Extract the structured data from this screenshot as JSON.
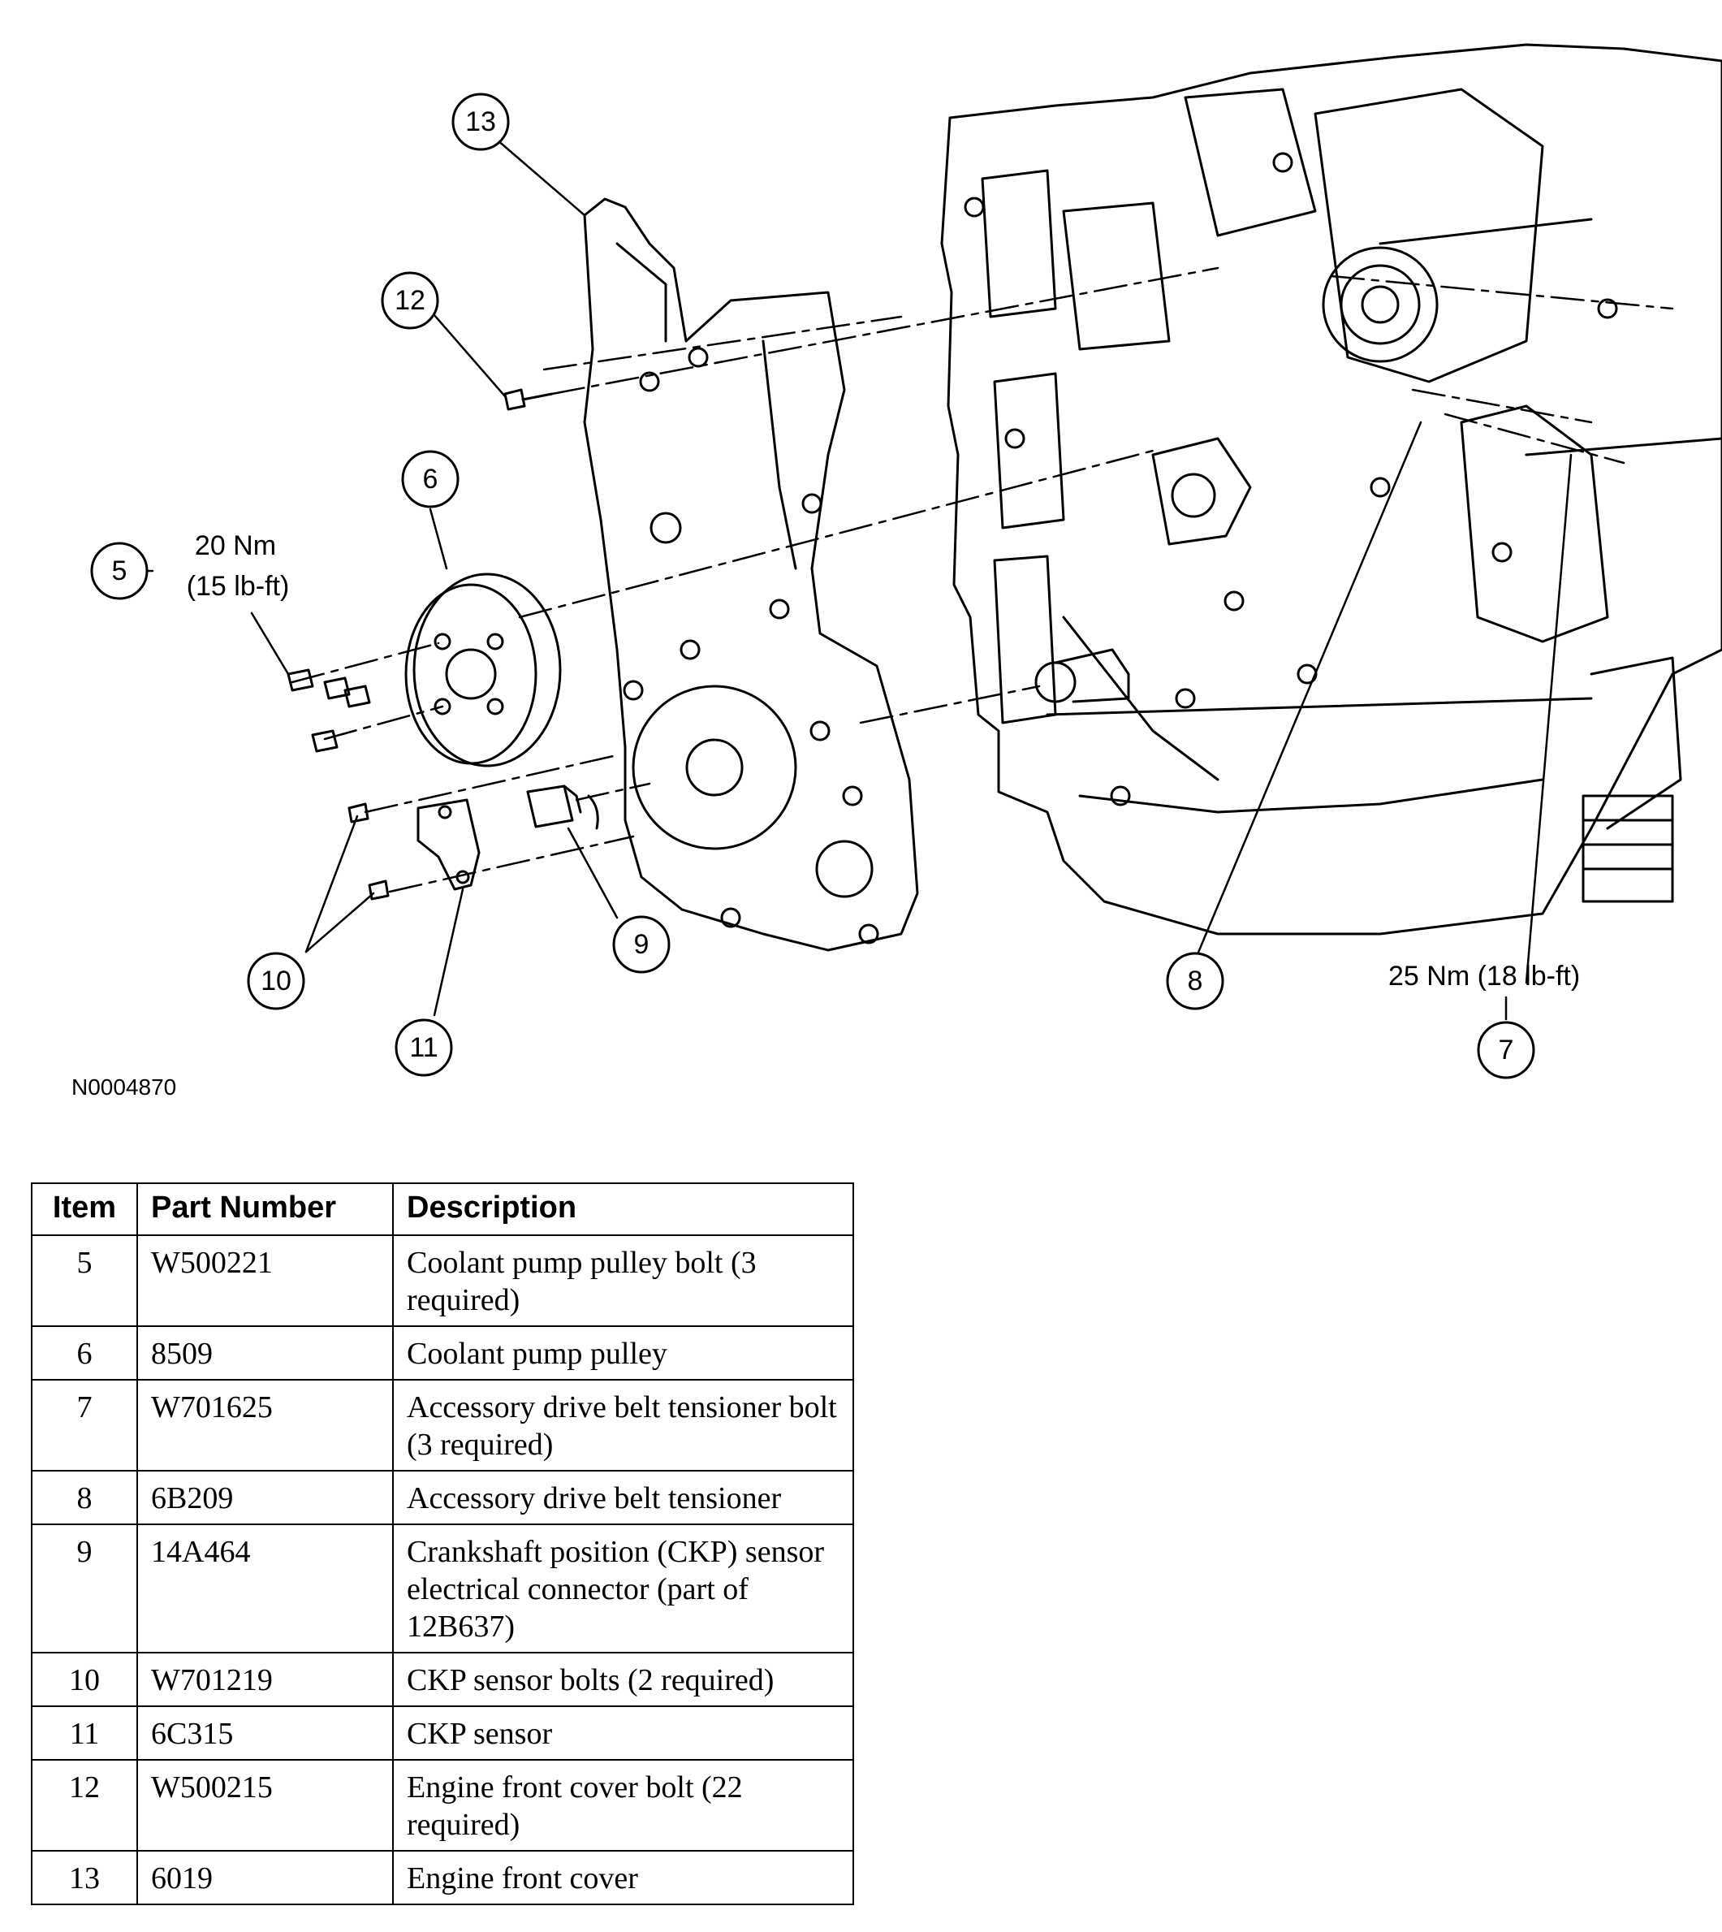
{
  "figure": {
    "figure_id": "N0004870",
    "callouts": [
      "5",
      "6",
      "7",
      "8",
      "9",
      "10",
      "11",
      "12",
      "13"
    ],
    "torque_specs": {
      "item5_line1": "20 Nm",
      "item5_line2": "(15 lb-ft)",
      "item7": "25 Nm (18 lb-ft)"
    }
  },
  "table": {
    "headers": [
      "Item",
      "Part Number",
      "Description"
    ],
    "rows": [
      {
        "item": "5",
        "part": "W500221",
        "desc": "Coolant pump pulley bolt (3 required)"
      },
      {
        "item": "6",
        "part": "8509",
        "desc": "Coolant pump pulley"
      },
      {
        "item": "7",
        "part": "W701625",
        "desc": "Accessory drive belt tensioner bolt (3 required)"
      },
      {
        "item": "8",
        "part": "6B209",
        "desc": "Accessory drive belt tensioner"
      },
      {
        "item": "9",
        "part": "14A464",
        "desc": "Crankshaft position (CKP) sensor electrical connector (part of 12B637)"
      },
      {
        "item": "10",
        "part": "W701219",
        "desc": "CKP sensor bolts (2 required)"
      },
      {
        "item": "11",
        "part": "6C315",
        "desc": "CKP sensor"
      },
      {
        "item": "12",
        "part": "W500215",
        "desc": "Engine front cover bolt (22 required)"
      },
      {
        "item": "13",
        "part": "6019",
        "desc": "Engine front cover"
      }
    ]
  }
}
